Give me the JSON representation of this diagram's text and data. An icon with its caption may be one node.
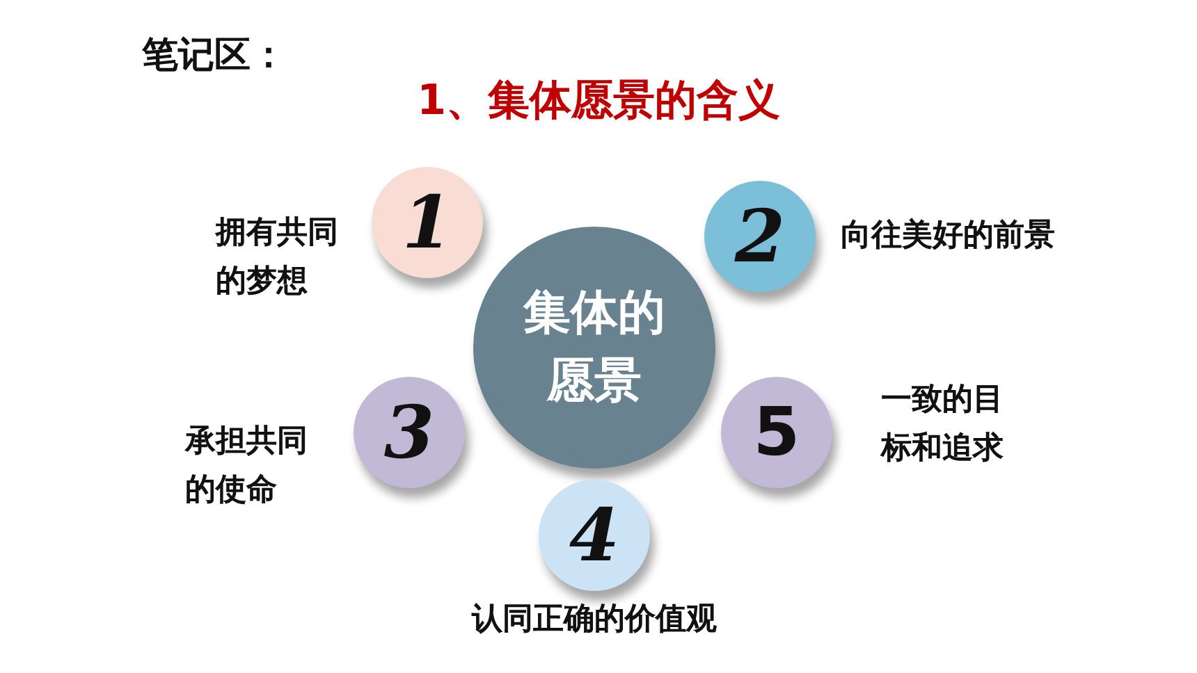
{
  "diagram": {
    "title": "1、集体愿景的含义",
    "nodes": [
      {
        "text": [
          "集体的愿景"
        ]
      },
      {
        "text": [
          "1"
        ],
        "beside": [
          "拥有共同的梦想"
        ]
      },
      {
        "text": [
          "2"
        ],
        "beside": [
          "向往美好的前景"
        ]
      },
      {
        "text": [
          "3"
        ],
        "beside": [
          "承担共同的使命"
        ]
      },
      {
        "text": [
          "5"
        ],
        "beside": [
          "一致的目标和追求"
        ]
      },
      {
        "text": [
          "4"
        ],
        "beside": [
          "认同正确的价值观"
        ]
      }
    ],
    "labels": [
      "笔记区："
    ]
  }
}
